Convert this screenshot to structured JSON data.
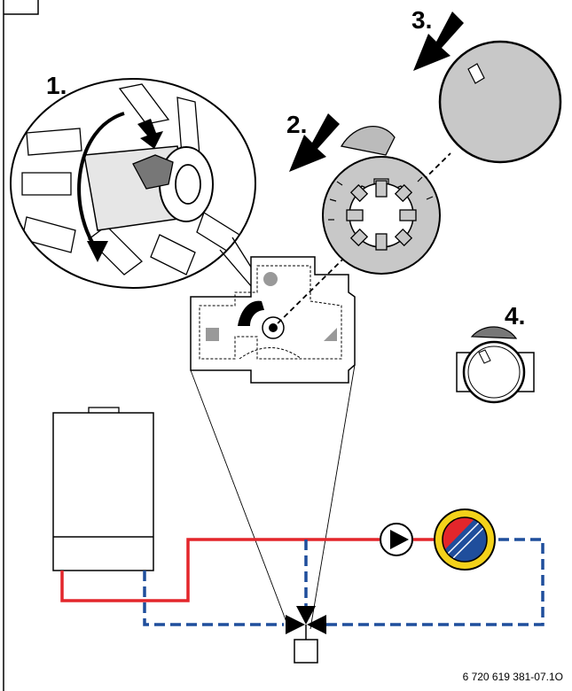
{
  "steps": [
    {
      "label": "1."
    },
    {
      "label": "2."
    },
    {
      "label": "3."
    },
    {
      "label": "4."
    }
  ],
  "document_code": "6 720 619 381-07.1O",
  "colors": {
    "flow_pipe": "#e3262b",
    "return_pipe": "#1f4e9c",
    "knob_grey": "#c8c8c8",
    "arrow_black": "#000000",
    "heat_exchanger_ring": "#f3d21a"
  },
  "icons": [
    "pump-icon",
    "mixing-valve-icon",
    "boiler-icon",
    "heat-exchanger-icon"
  ]
}
